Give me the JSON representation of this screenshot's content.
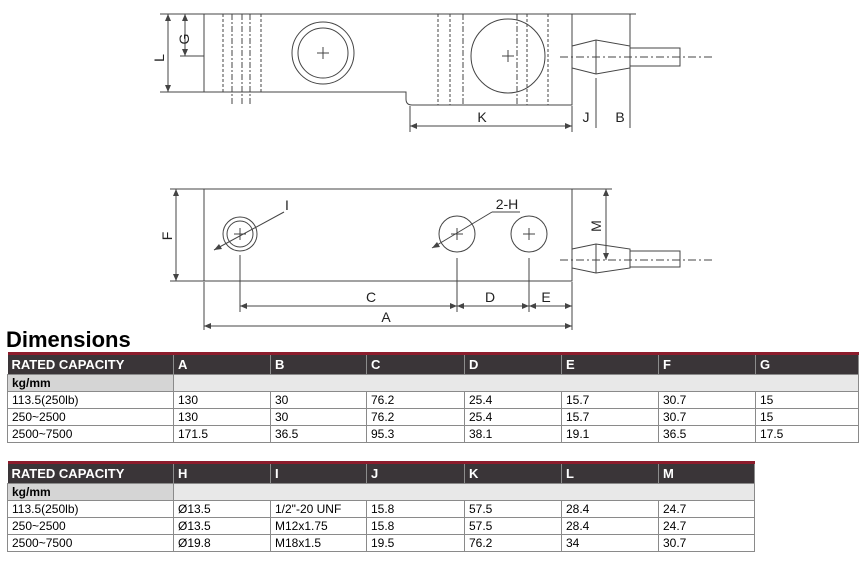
{
  "heading": "Dimensions",
  "drawing_labels": {
    "G": "G",
    "L": "L",
    "K": "K",
    "J": "J",
    "B": "B",
    "F": "F",
    "I": "I",
    "H": "2-H",
    "M": "M",
    "C": "C",
    "D": "D",
    "E": "E",
    "A": "A"
  },
  "table1": {
    "headers": [
      "RATED CAPACITY",
      "A",
      "B",
      "C",
      "D",
      "E",
      "F",
      "G"
    ],
    "unit": "kg/mm",
    "rows": [
      [
        "113.5(250lb)",
        "130",
        "30",
        "76.2",
        "25.4",
        "15.7",
        "30.7",
        "15"
      ],
      [
        "250~2500",
        "130",
        "30",
        "76.2",
        "25.4",
        "15.7",
        "30.7",
        "15"
      ],
      [
        "2500~7500",
        "171.5",
        "36.5",
        "95.3",
        "38.1",
        "19.1",
        "36.5",
        "17.5"
      ]
    ]
  },
  "table2": {
    "headers": [
      "RATED CAPACITY",
      "H",
      "I",
      "J",
      "K",
      "L",
      "M"
    ],
    "unit": "kg/mm",
    "rows": [
      [
        "113.5(250lb)",
        "Ø13.5",
        "1/2\"-20 UNF",
        "15.8",
        "57.5",
        "28.4",
        "24.7"
      ],
      [
        "250~2500",
        "Ø13.5",
        "M12x1.75",
        "15.8",
        "57.5",
        "28.4",
        "24.7"
      ],
      [
        "2500~7500",
        "Ø19.8",
        "M18x1.5",
        "19.5",
        "76.2",
        "34",
        "30.7"
      ]
    ]
  },
  "colors": {
    "header_bg": "#3a3538",
    "header_accent": "#8c1c2c",
    "unit_row_bg": "#d5d5d5"
  }
}
